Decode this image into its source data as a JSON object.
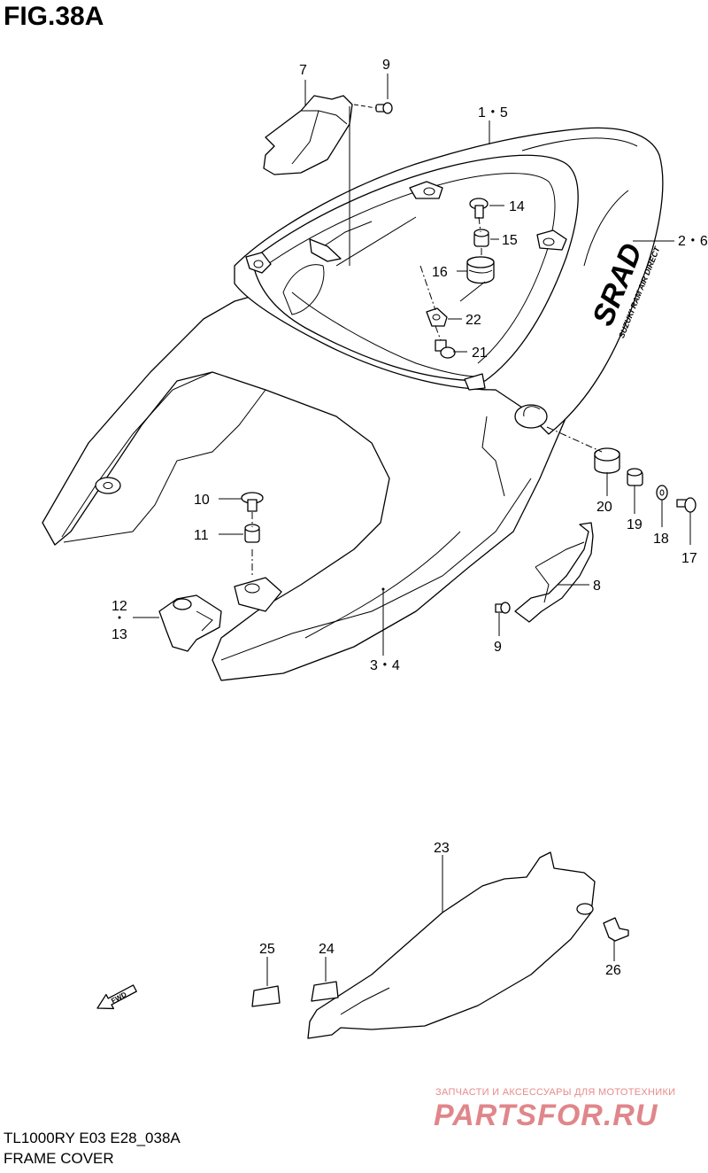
{
  "figure": {
    "title": "FIG.38A",
    "model_code": "TL1000RY E03 E28_038A",
    "caption": "FRAME COVER"
  },
  "callouts": [
    {
      "id": "7",
      "label": "7"
    },
    {
      "id": "9a",
      "label": "9"
    },
    {
      "id": "1-5",
      "label": "1・5"
    },
    {
      "id": "14",
      "label": "14"
    },
    {
      "id": "15",
      "label": "15"
    },
    {
      "id": "2-6",
      "label": "2・6"
    },
    {
      "id": "16",
      "label": "16"
    },
    {
      "id": "22",
      "label": "22"
    },
    {
      "id": "21",
      "label": "21"
    },
    {
      "id": "10",
      "label": "10"
    },
    {
      "id": "11",
      "label": "11"
    },
    {
      "id": "12",
      "label": "12"
    },
    {
      "id": "13",
      "label": "13"
    },
    {
      "id": "20",
      "label": "20"
    },
    {
      "id": "19",
      "label": "19"
    },
    {
      "id": "18",
      "label": "18"
    },
    {
      "id": "17",
      "label": "17"
    },
    {
      "id": "8",
      "label": "8"
    },
    {
      "id": "9b",
      "label": "9"
    },
    {
      "id": "3-4",
      "label": "3・4"
    },
    {
      "id": "23",
      "label": "23"
    },
    {
      "id": "25",
      "label": "25"
    },
    {
      "id": "24",
      "label": "24"
    },
    {
      "id": "26",
      "label": "26"
    }
  ],
  "decal": {
    "line1": "SRAD",
    "line2": "SUZUKI RAM AIR DIRECT"
  },
  "fwd_arrow": "FWD",
  "watermark": {
    "tagline": "ЗАПЧАСТИ И АКСЕССУАРЫ ДЛЯ МОТОТЕХНИКИ",
    "brand": "PARTSFOR.RU"
  }
}
